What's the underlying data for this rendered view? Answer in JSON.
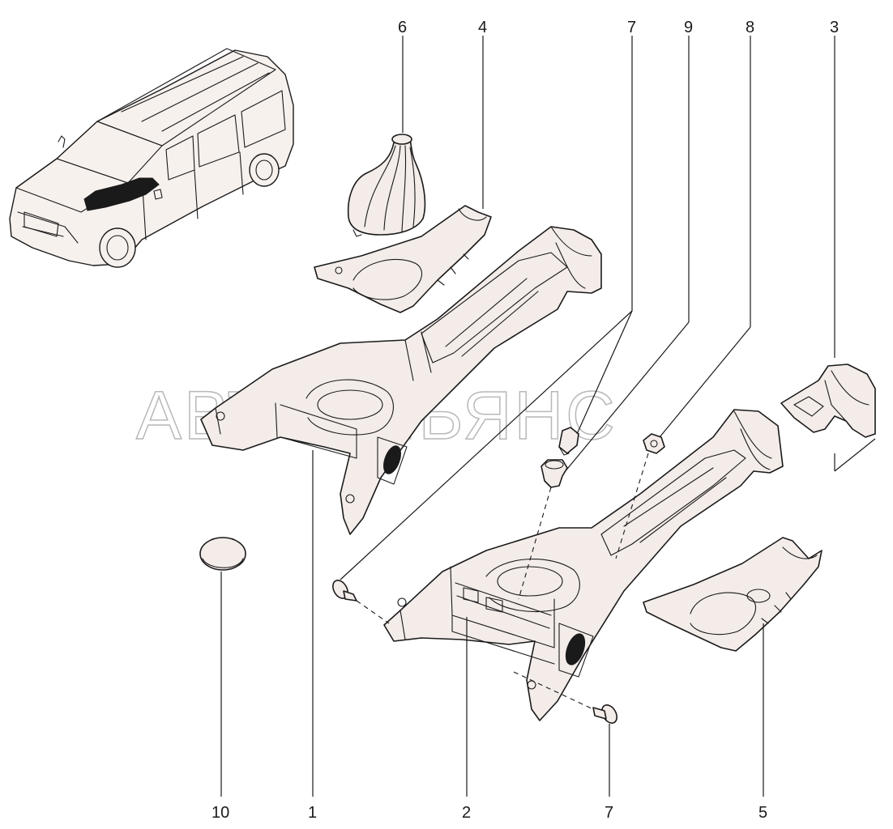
{
  "watermark": "АВТОАЛЬЯНС",
  "callouts": {
    "c1": "1",
    "c2": "2",
    "c3": "3",
    "c4": "4",
    "c5": "5",
    "c6": "6",
    "c7_top": "7",
    "c7_bottom": "7",
    "c8": "8",
    "c9": "9",
    "c10": "10"
  },
  "colors": {
    "line": "#1a1a1a",
    "part_fill": "#f3ece9",
    "watermark": "#b8b8b8"
  }
}
